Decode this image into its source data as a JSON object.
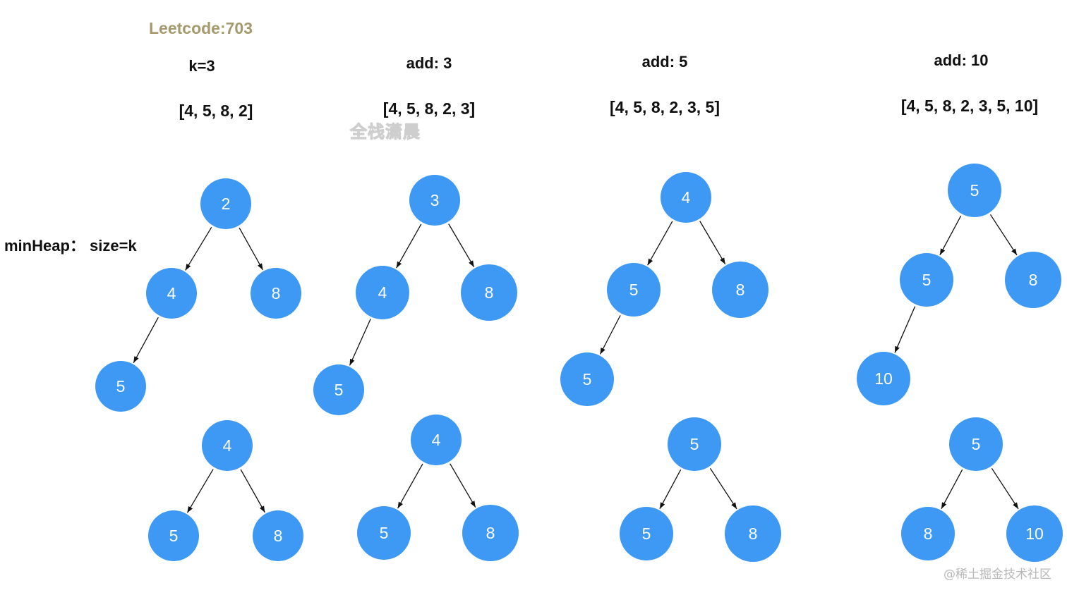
{
  "title": "Leetcode:703",
  "side_label": "minHeap： size=k",
  "watermark": "全栈潇晨",
  "footer": "@稀土掘金技术社区",
  "colors": {
    "node": "#3d99f4",
    "edge": "#111111",
    "title": "#a59a6e"
  },
  "columns": [
    {
      "step": "k=3",
      "array": "[4, 5, 8, 2]",
      "heap_before": [
        {
          "id": "r",
          "label": "2"
        },
        {
          "id": "a",
          "label": "4",
          "parent": "r"
        },
        {
          "id": "b",
          "label": "8",
          "parent": "r"
        },
        {
          "id": "c",
          "label": "5",
          "parent": "a"
        }
      ],
      "heap_after": [
        {
          "id": "r",
          "label": "4"
        },
        {
          "id": "a",
          "label": "5",
          "parent": "r"
        },
        {
          "id": "b",
          "label": "8",
          "parent": "r"
        }
      ]
    },
    {
      "step": "add: 3",
      "array": "[4, 5, 8, 2, 3]",
      "heap_before": [
        {
          "id": "r",
          "label": "3"
        },
        {
          "id": "a",
          "label": "4",
          "parent": "r"
        },
        {
          "id": "b",
          "label": "8",
          "parent": "r"
        },
        {
          "id": "c",
          "label": "5",
          "parent": "a"
        }
      ],
      "heap_after": [
        {
          "id": "r",
          "label": "4"
        },
        {
          "id": "a",
          "label": "5",
          "parent": "r"
        },
        {
          "id": "b",
          "label": "8",
          "parent": "r"
        }
      ]
    },
    {
      "step": "add: 5",
      "array": "[4, 5, 8, 2, 3, 5]",
      "heap_before": [
        {
          "id": "r",
          "label": "4"
        },
        {
          "id": "a",
          "label": "5",
          "parent": "r"
        },
        {
          "id": "b",
          "label": "8",
          "parent": "r"
        },
        {
          "id": "c",
          "label": "5",
          "parent": "a"
        }
      ],
      "heap_after": [
        {
          "id": "r",
          "label": "5"
        },
        {
          "id": "a",
          "label": "5",
          "parent": "r"
        },
        {
          "id": "b",
          "label": "8",
          "parent": "r"
        }
      ]
    },
    {
      "step": "add: 10",
      "array": "[4, 5, 8, 2, 3, 5, 10]",
      "heap_before": [
        {
          "id": "r",
          "label": "5"
        },
        {
          "id": "a",
          "label": "5",
          "parent": "r"
        },
        {
          "id": "b",
          "label": "8",
          "parent": "r"
        },
        {
          "id": "c",
          "label": "10",
          "parent": "a"
        }
      ],
      "heap_after": [
        {
          "id": "r",
          "label": "5"
        },
        {
          "id": "a",
          "label": "8",
          "parent": "r"
        },
        {
          "id": "b",
          "label": "10",
          "parent": "r"
        }
      ]
    }
  ]
}
